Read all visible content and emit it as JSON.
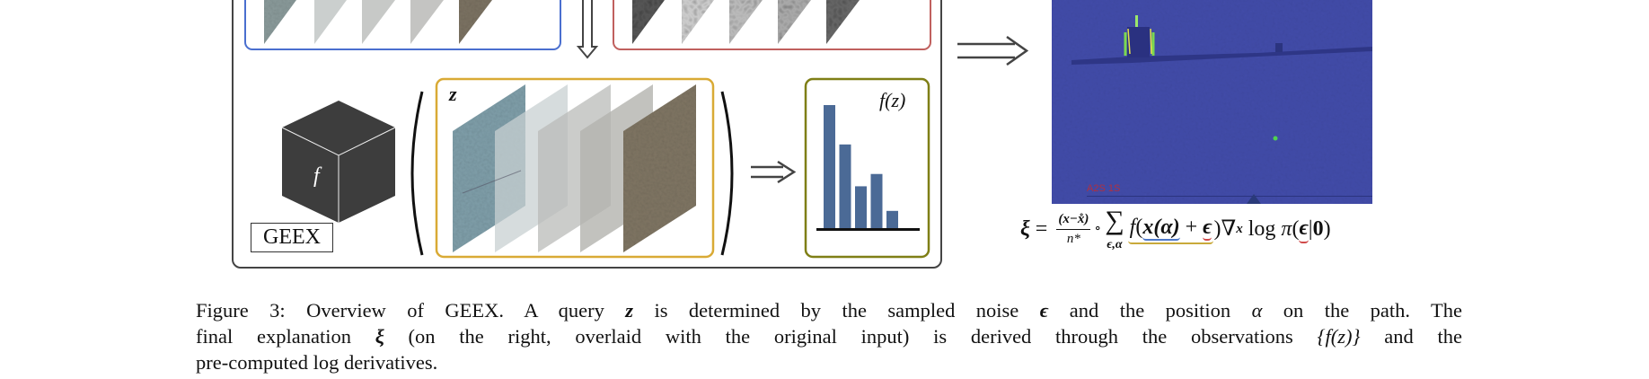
{
  "figure": {
    "panel_label": "GEEX",
    "cube_label": "f",
    "query_label": "z",
    "output_label": "f(z)",
    "output_bars_relative": [
      1.0,
      0.68,
      0.34,
      0.44,
      0.14
    ],
    "colors": {
      "outer_frame": "#444444",
      "path_box": "#4a6fcf",
      "noise_box": "#c0605e",
      "query_box": "#d9aa35",
      "output_box": "#7f7f16",
      "bars": "#4b6a96",
      "cube": "#3d3d3d",
      "heatmap_bg": "#3f48a4"
    },
    "heatmap_overlay_text": "A2S 1S"
  },
  "formula": {
    "lhs": "ξ",
    "eq": "=",
    "num": "(x−x̊)",
    "den": "n*",
    "circ": "∘",
    "sum": "∑",
    "sum_sub": "ϵ,α",
    "f": "f",
    "lp": "(",
    "x_alpha": "x(α)",
    "plus": " + ",
    "eps": "ϵ",
    "rp": ")",
    "nabla": "∇",
    "nabla_sub": "x",
    "log": " log ",
    "pi": "π",
    "pi_arg_l": "(",
    "pi_eps": "ϵ",
    "pi_bar": "|",
    "pi_zero": "0",
    "pi_arg_r": ")"
  },
  "caption": {
    "line1": [
      "Figure 3: Overview of GEEX. A query ",
      "z",
      " is determined by the sampled noise ",
      "ϵ",
      " and the position ",
      "α",
      " on the path. The"
    ],
    "line2": [
      "final explanation ",
      "ξ",
      " (on the right, overlaid with the original input) is derived through the observations ",
      "{f(z)}",
      " and the"
    ],
    "line3": "pre-computed log derivatives."
  }
}
